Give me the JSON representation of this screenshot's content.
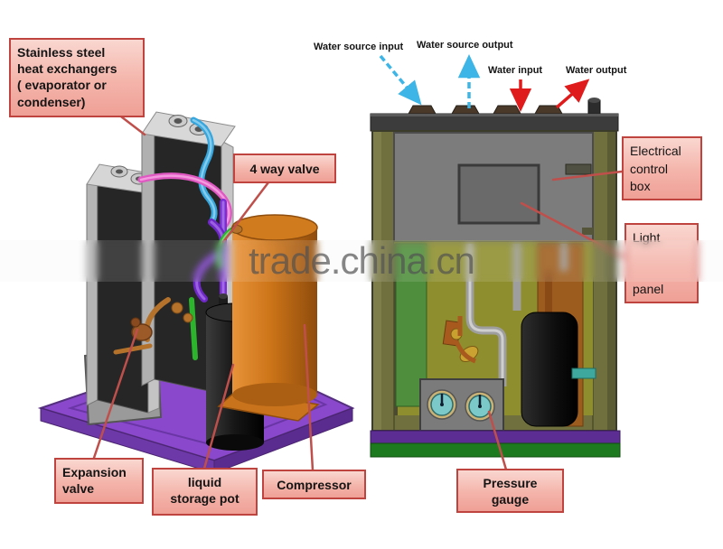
{
  "watermark": {
    "text": "trade.china.cn"
  },
  "annotations": {
    "water_source_input": "Water source input",
    "water_source_output": "Water source output",
    "water_input": "Water input",
    "water_output": "Water output"
  },
  "labels": {
    "heat_exchangers": "Stainless steel\nheat exchangers\n( evaporator or\ncondenser)",
    "four_way_valve": "4 way valve",
    "electrical_control_box": "Electrical\ncontrol\nbox",
    "light_panel_top": "Light",
    "light_panel_bottom": "panel",
    "expansion_valve": "Expansion\nvalve",
    "liquid_storage_pot": "liquid\nstorage pot",
    "compressor": "Compressor",
    "pressure_gauge": "Pressure\ngauge"
  },
  "colors": {
    "label_fill_top": "#f9d7d0",
    "label_fill_bottom": "#efa096",
    "label_border": "#bf4440",
    "leader_line": "#bf4f4b",
    "arrow_red": "#e01b1b",
    "arrow_blue": "#3db5e6",
    "watermark_text": "#525252",
    "compressor_orange": "#cc7418",
    "base_purple": "#8a49cc",
    "cabinet_olive": "#70703e",
    "tank_black": "#111111",
    "gauge_face_teal": "#7cc9c9",
    "bottom_purple_strip": "#5c2d92",
    "bottom_green_strip": "#1e7a1e"
  }
}
